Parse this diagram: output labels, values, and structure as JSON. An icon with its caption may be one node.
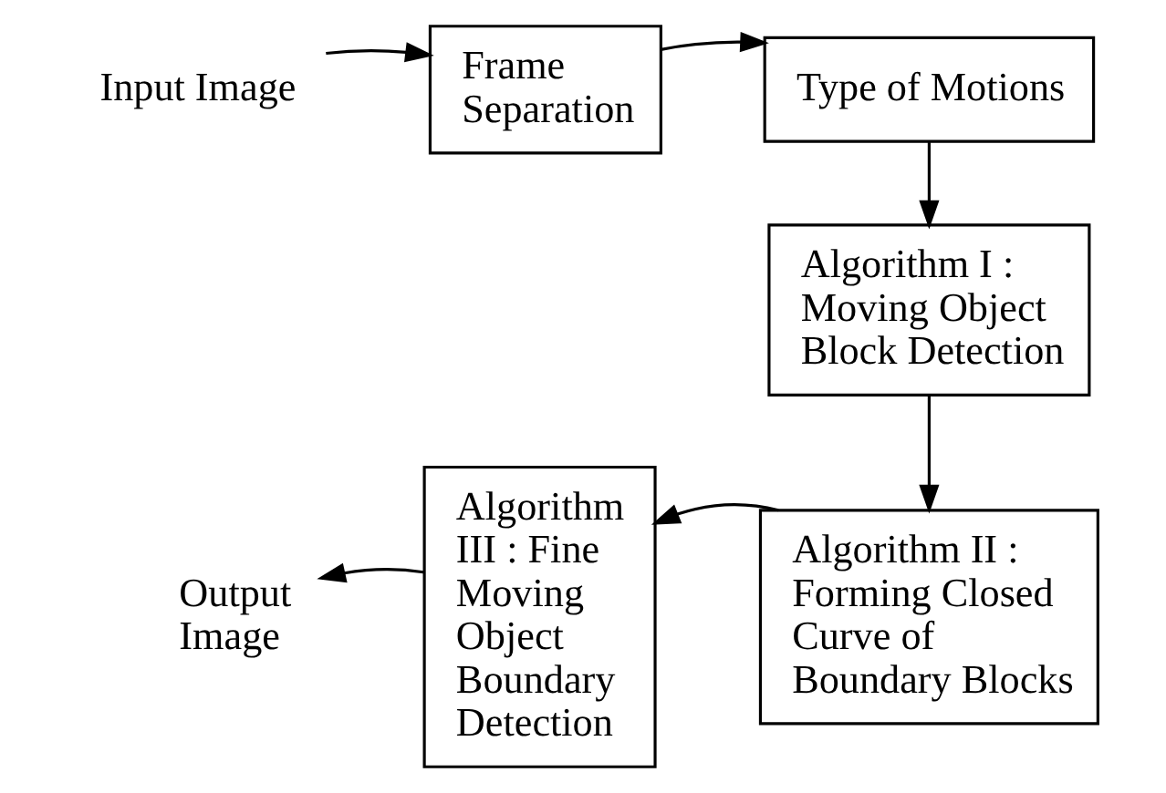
{
  "diagram": {
    "nodes": [
      {
        "text": [
          "Input Image"
        ]
      },
      {
        "text": [
          "Frame Separation"
        ]
      },
      {
        "text": [
          "Type of Motions"
        ]
      },
      {
        "text": [
          "Algorithm I : Moving Object Block Detection"
        ]
      },
      {
        "text": [
          "Algorithm II : Forming Closed Curve of Boundary Blocks"
        ]
      },
      {
        "text": [
          "Algorithm III : Fine Moving Object Boundary Detection"
        ]
      },
      {
        "text": [
          "Output Image"
        ]
      }
    ],
    "edges": [
      {
        "from": 0,
        "to": 1,
        "arrow": "to"
      },
      {
        "from": 1,
        "to": 2,
        "arrow": "to"
      },
      {
        "from": 2,
        "to": 3,
        "arrow": "to"
      },
      {
        "from": 3,
        "to": 4,
        "arrow": "to"
      },
      {
        "from": 4,
        "to": 5,
        "arrow": "to"
      },
      {
        "from": 5,
        "to": 6,
        "arrow": "to"
      }
    ]
  }
}
